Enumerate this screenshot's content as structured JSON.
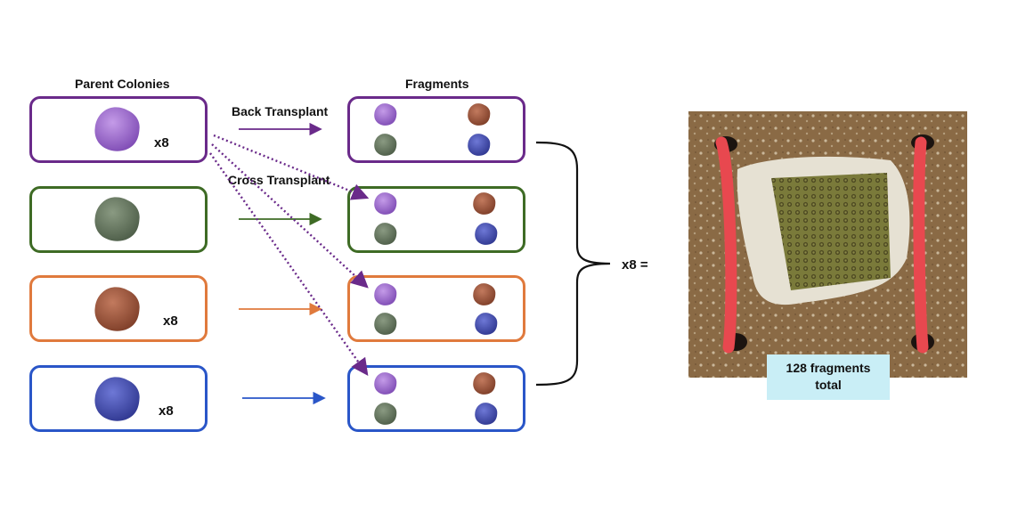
{
  "headers": {
    "parent": "Parent Colonies",
    "fragments": "Fragments"
  },
  "arrow_labels": {
    "back": "Back Transplant",
    "cross": "Cross Transplant"
  },
  "colors": {
    "purple": "#6a2a8a",
    "green": "#3e6b25",
    "orange": "#e07a3d",
    "blue": "#2a56c8",
    "coral_purple": "#9b6ac9",
    "coral_green": "#5e6e57",
    "coral_orange": "#9a5036",
    "coral_blue": "#404aa8",
    "caption_bg": "#c9eef6"
  },
  "parents": [
    {
      "color": "purple",
      "coral": "coral_purple",
      "multiplier": "x8"
    },
    {
      "color": "green",
      "coral": "coral_green",
      "multiplier": ""
    },
    {
      "color": "orange",
      "coral": "coral_orange",
      "multiplier": "x8"
    },
    {
      "color": "blue",
      "coral": "coral_blue",
      "multiplier": "x8"
    }
  ],
  "fragment_boxes": [
    {
      "color": "purple"
    },
    {
      "color": "green"
    },
    {
      "color": "orange"
    },
    {
      "color": "blue"
    }
  ],
  "fragment_corals": [
    "coral_purple",
    "coral_orange",
    "coral_green",
    "coral_blue"
  ],
  "bracket_label": "x8 =",
  "photo": {
    "description_icon": "coral-fragment-photo",
    "caption_line1": "128 fragments",
    "caption_line2": "total"
  }
}
